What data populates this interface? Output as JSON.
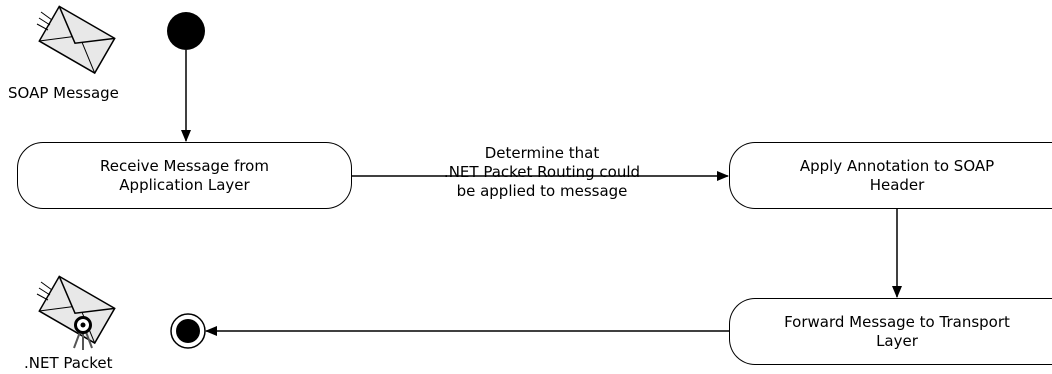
{
  "diagram": {
    "nodes": {
      "receive": "Receive Message from\nApplication Layer",
      "annotate": "Apply Annotation to SOAP\nHeader",
      "forward": "Forward Message to Transport\nLayer"
    },
    "transition_label": "Determine that\n.NET Packet Routing could\nbe applied to message",
    "icons": {
      "soap_message": {
        "label": "SOAP Message",
        "icon": "envelope-icon"
      },
      "net_packet": {
        "label": ".NET Packet",
        "icon": "sealed-envelope-icon"
      }
    },
    "colors": {
      "line": "#000000",
      "envelope_fill": "#e8e8e8",
      "background": "#ffffff"
    }
  }
}
